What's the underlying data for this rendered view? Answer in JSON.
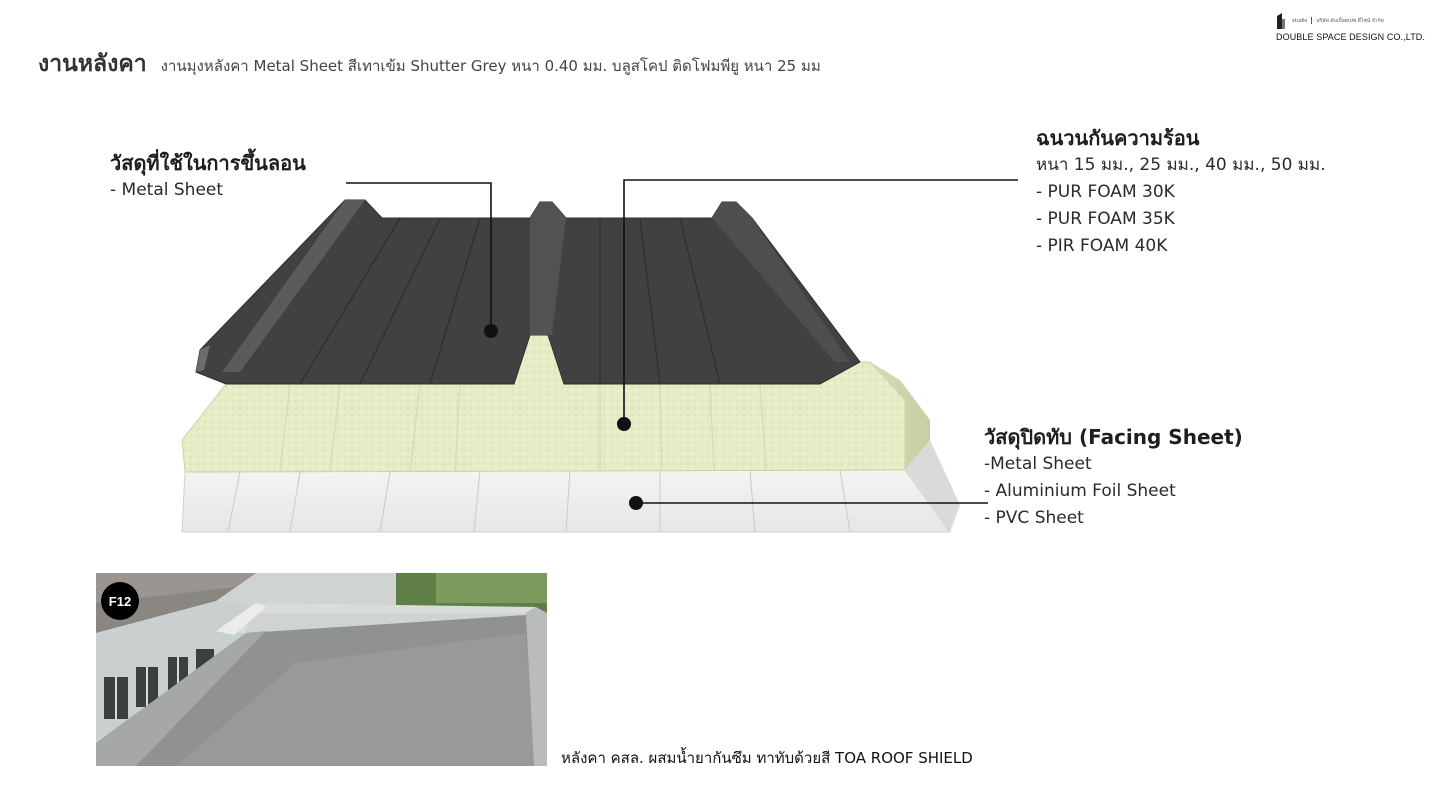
{
  "logo": {
    "small_text_left": "studio",
    "small_text_right": "บริษัท ดับเบิ้ลสเปซ ดีไซน์ จำกัด",
    "company_name": "DOUBLE SPACE DESIGN CO.,LTD."
  },
  "header": {
    "title": "งานหลังคา",
    "subtitle": "งานมุงหลังคา  Metal Sheet  สีเทาเข้ม  Shutter Grey หนา 0.40 มม. บลูสโคป ติดโฟมพียู หนา 25 มม"
  },
  "diagram": {
    "metal_sheet": {
      "heading": "วัสดุที่ใช้ในการขึ้นลอน",
      "items": [
        "- Metal Sheet"
      ]
    },
    "insulation": {
      "heading": "ฉนวนกันความร้อน",
      "thickness": "หนา 15 มม., 25 มม., 40 มม., 50 มม.",
      "items": [
        "- PUR FOAM 30K",
        "- PUR FOAM 35K",
        "- PIR FOAM 40K"
      ]
    },
    "facing": {
      "heading": "วัสดุปิดทับ (Facing Sheet)",
      "items": [
        "-Metal Sheet",
        "- Aluminium Foil Sheet",
        "- PVC Sheet"
      ]
    },
    "colors": {
      "metal": "#3f4140",
      "foam": "#e9edc9",
      "facing": "#eeeeed"
    }
  },
  "photo": {
    "badge": "F12",
    "caption": "หลังคา คสล. ผสมน้ำยากันซึม ทาทับด้วยสี TOA ROOF SHIELD"
  }
}
